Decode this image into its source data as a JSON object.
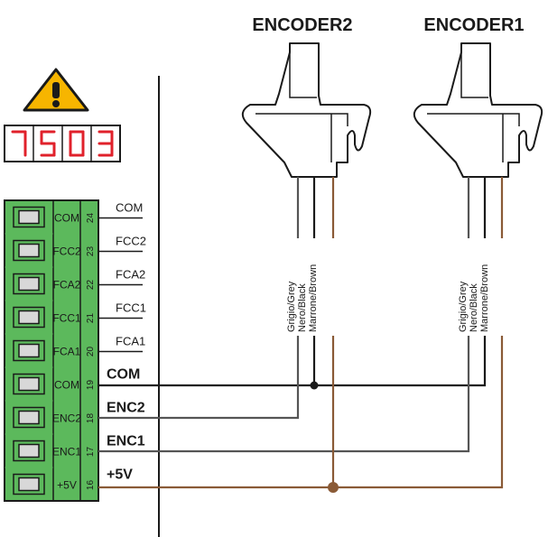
{
  "encoders": [
    {
      "title": "ENCODER2",
      "wire_labels": [
        "Grigio/Grey",
        "Nero/Black",
        "Marrone/Brown"
      ]
    },
    {
      "title": "ENCODER1",
      "wire_labels": [
        "Grigio/Grey",
        "Nero/Black",
        "Marrone/Brown"
      ]
    }
  ],
  "display": {
    "digits": [
      "7",
      "5",
      "0",
      "3"
    ],
    "color": "#e0212b"
  },
  "warning_icon": {
    "name": "warning-icon",
    "fill": "#f7b500"
  },
  "terminal_block": {
    "color": "#5cb95c",
    "terminals": [
      {
        "label": "COM",
        "number": "24",
        "wire_label": "COM"
      },
      {
        "label": "FCC2",
        "number": "23",
        "wire_label": "FCC2"
      },
      {
        "label": "FCA2",
        "number": "22",
        "wire_label": "FCA2"
      },
      {
        "label": "FCC1",
        "number": "21",
        "wire_label": "FCC1"
      },
      {
        "label": "FCA1",
        "number": "20",
        "wire_label": "FCA1"
      },
      {
        "label": "COM",
        "number": "19",
        "wire_label": "COM"
      },
      {
        "label": "ENC2",
        "number": "18",
        "wire_label": "ENC2"
      },
      {
        "label": "ENC1",
        "number": "17",
        "wire_label": "ENC1"
      },
      {
        "label": "+5V",
        "number": "16",
        "wire_label": "+5V"
      }
    ]
  },
  "wire_colors": {
    "black": "#1a1a1a",
    "grey": "#555555",
    "brown": "#8a5a36"
  }
}
